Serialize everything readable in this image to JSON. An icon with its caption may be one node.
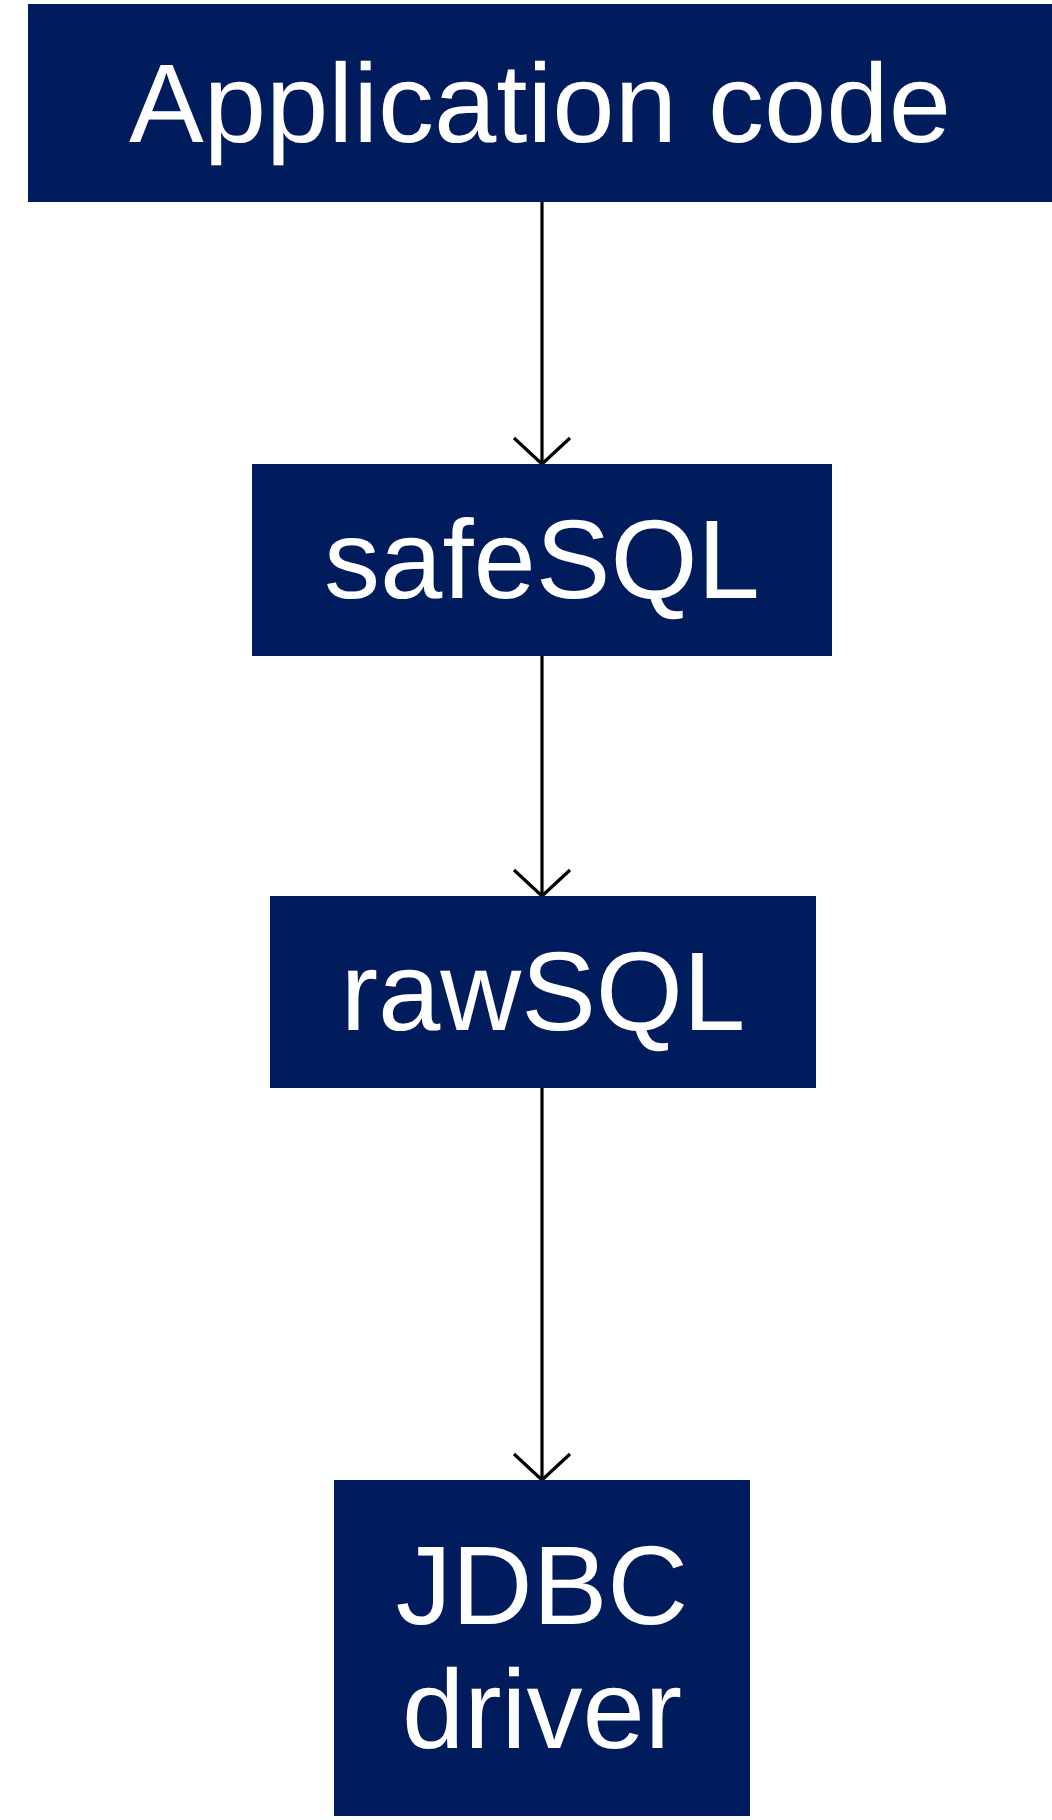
{
  "diagram": {
    "nodes": [
      {
        "text": [
          "Application code"
        ]
      },
      {
        "text": [
          "safeSQL"
        ]
      },
      {
        "text": [
          "rawSQL"
        ]
      },
      {
        "text": [
          "JDBC driver"
        ]
      }
    ],
    "edges": [
      {
        "from": 0,
        "to": 1,
        "arrow": "to"
      },
      {
        "from": 1,
        "to": 2,
        "arrow": "to"
      },
      {
        "from": 2,
        "to": 3,
        "arrow": "to"
      }
    ]
  }
}
